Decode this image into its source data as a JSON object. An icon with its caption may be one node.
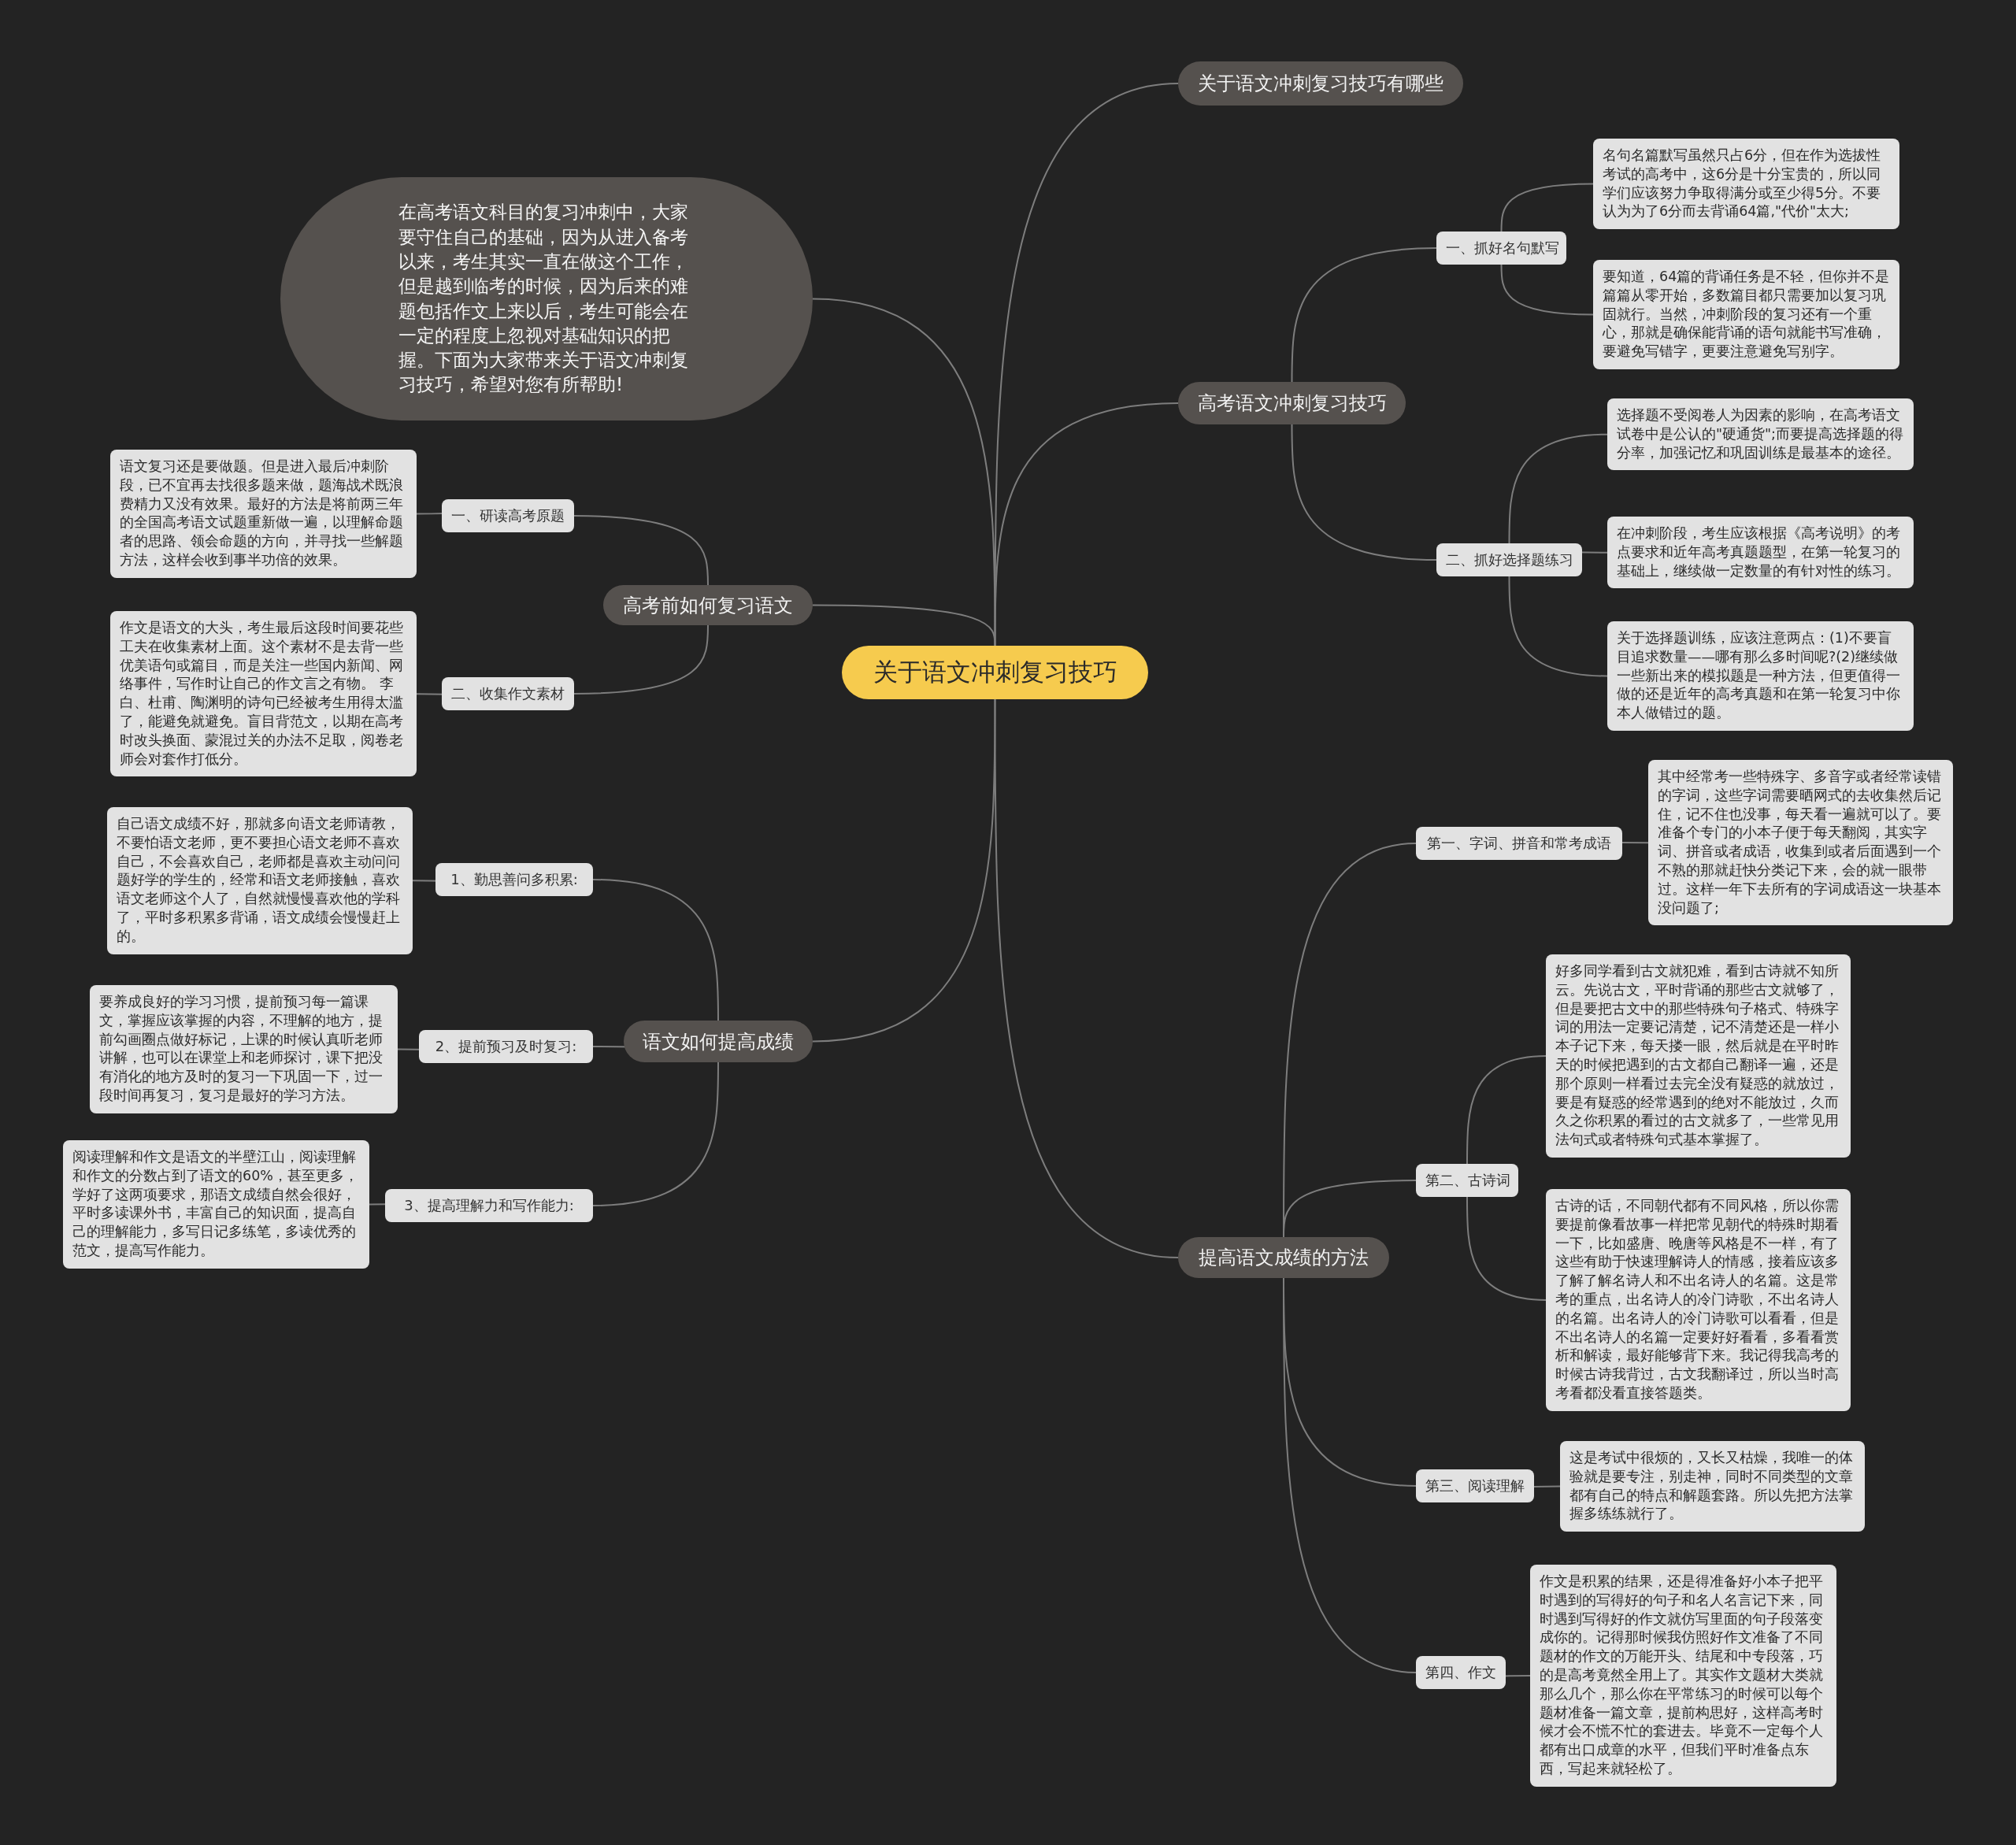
{
  "diagram": {
    "nodes": [
      {
        "text": [
          "关于语文冲刺复习技巧"
        ]
      },
      {
        "text": [
          "关于语文冲刺复习技巧有哪些"
        ]
      },
      {
        "text": [
          "高考语文冲刺复习技巧"
        ]
      },
      {
        "text": [
          "一、抓好名句默写"
        ]
      },
      {
        "text": [
          "名句名篇默写虽然只占6分，但在作为选拔性考试的高考中，这6分是十分宝贵的，所以同学们应该努力争取得满分或至少得5分。不要认为为了6分而去背诵64篇,\"代价\"太大;"
        ]
      },
      {
        "text": [
          "要知道，64篇的背诵任务是不轻，但你并不是篇篇从零开始，多数篇目都只需要加以复习巩固就行。当然，冲刺阶段的复习还有一个重心，那就是确保能背诵的语句就能书写准确，要避免写错字，更要注意避免写别字。"
        ]
      },
      {
        "text": [
          "二、抓好选择题练习"
        ]
      },
      {
        "text": [
          "选择题不受阅卷人为因素的影响，在高考语文试卷中是公认的\"硬通货\";而要提高选择题的得分率，加强记忆和巩固训练是最基本的途径。"
        ]
      },
      {
        "text": [
          "在冲刺阶段，考生应该根据《高考说明》的考点要求和近年高考真题题型，在第一轮复习的基础上，继续做一定数量的有针对性的练习。"
        ]
      },
      {
        "text": [
          "关于选择题训练，应该注意两点：(1)不要盲目追求数量——哪有那么多时间呢?(2)继续做一些新出来的模拟题是一种方法，但更值得一做的还是近年的高考真题和在第一轮复习中你本人做错过的题。"
        ]
      },
      {
        "text": [
          "提高语文成绩的方法"
        ]
      },
      {
        "text": [
          "第一、字词、拼音和常考成语"
        ]
      },
      {
        "text": [
          "其中经常考一些特殊字、多音字或者经常读错的字词，这些字词需要晒网式的去收集然后记住，记不住也没事，每天看一遍就可以了。要准备个专门的小本子便于每天翻阅，其实字词、拼音或者成语，收集到或者后面遇到一个不熟的那就赶快分类记下来，会的就一眼带过。这样一年下去所有的字词成语这一块基本没问题了;"
        ]
      },
      {
        "text": [
          "第二、古诗词"
        ]
      },
      {
        "text": [
          "好多同学看到古文就犯难，看到古诗就不知所云。先说古文，平时背诵的那些古文就够了，但是要把古文中的那些特殊句子格式、特殊字词的用法一定要记清楚，记不清楚还是一样小本子记下来，每天搂一眼，然后就是在平时昨天的时候把遇到的古文都自己翻译一遍，还是那个原则一样看过去完全没有疑惑的就放过，要是有疑惑的经常遇到的绝对不能放过，久而久之你积累的看过的古文就多了，一些常见用法句式或者特殊句式基本掌握了。"
        ]
      },
      {
        "text": [
          "古诗的话，不同朝代都有不同风格，所以你需要提前像看故事一样把常见朝代的特殊时期看一下，比如盛唐、晚唐等风格是不一样，有了这些有助于快速理解诗人的情感，接着应该多了解了解名诗人和不出名诗人的名篇。这是常考的重点，出名诗人的冷门诗歌，不出名诗人的名篇。出名诗人的冷门诗歌可以看看，但是不出名诗人的名篇一定要好好看看，多看看赏析和解读，最好能够背下来。我记得我高考的时候古诗我背过，古文我翻译过，所以当时高考看都没看直接答题类。"
        ]
      },
      {
        "text": [
          "第三、阅读理解"
        ]
      },
      {
        "text": [
          "这是考试中很烦的，又长又枯燥，我唯一的体验就是要专注，别走神，同时不同类型的文章都有自己的特点和解题套路。所以先把方法掌握多练练就行了。"
        ]
      },
      {
        "text": [
          "第四、作文"
        ]
      },
      {
        "text": [
          "作文是积累的结果，还是得准备好小本子把平时遇到的写得好的句子和名人名言记下来，同时遇到写得好的作文就仿写里面的句子段落变成你的。记得那时候我仿照好作文准备了不同题材的作文的万能开头、结尾和中专段落，巧的是高考竟然全用上了。其实作文题材大类就那么几个，那么你在平常练习的时候可以每个题材准备一篇文章，提前构思好，这样高考时候才会不慌不忙的套进去。毕竟不一定每个人都有出口成章的水平，但我们平时准备点东西，写起来就轻松了。"
        ]
      },
      {
        "text": [
          "在高考语文科目的复习冲刺中，大家要守住自己的基础，因为从进入备考以来，考生其实一直在做这个工作，但是越到临考的时候，因为后来的难题包括作文上来以后，考生可能会在一定的程度上忽视对基础知识的把握。下面为大家带来关于语文冲刺复习技巧，希望对您有所帮助!"
        ]
      },
      {
        "text": [
          "高考前如何复习语文"
        ]
      },
      {
        "text": [
          "一、研读高考原题"
        ]
      },
      {
        "text": [
          "语文复习还是要做题。但是进入最后冲刺阶段，已不宜再去找很多题来做，题海战术既浪费精力又没有效果。最好的方法是将前两三年的全国高考语文试题重新做一遍，以理解命题者的思路、领会命题的方向，并寻找一些解题方法，这样会收到事半功倍的效果。"
        ]
      },
      {
        "text": [
          "二、收集作文素材"
        ]
      },
      {
        "text": [
          "作文是语文的大头，考生最后这段时间要花些工夫在收集素材上面。这个素材不是去背一些优美语句或篇目，而是关注一些国内新闻、网络事件，写作时让自己的作文言之有物。 李白、杜甫、陶渊明的诗句已经被考生用得太滥了，能避免就避免。盲目背范文，以期在高考时改头换面、蒙混过关的办法不足取，阅卷老师会对套作打低分。"
        ]
      },
      {
        "text": [
          "语文如何提高成绩"
        ]
      },
      {
        "text": [
          "1、勤思善问多积累:"
        ]
      },
      {
        "text": [
          "自己语文成绩不好，那就多向语文老师请教，不要怕语文老师，更不要担心语文老师不喜欢自己，不会喜欢自己，老师都是喜欢主动问问题好学的学生的，经常和语文老师接触，喜欢语文老师这个人了，自然就慢慢喜欢他的学科了，平时多积累多背诵，语文成绩会慢慢赶上的。"
        ]
      },
      {
        "text": [
          "2、提前预习及时复习:"
        ]
      },
      {
        "text": [
          "要养成良好的学习习惯，提前预习每一篇课文，掌握应该掌握的内容，不理解的地方，提前勾画圈点做好标记，上课的时候认真听老师讲解，也可以在课堂上和老师探讨，课下把没有消化的地方及时的复习一下巩固一下，过一段时间再复习，复习是最好的学习方法。"
        ]
      },
      {
        "text": [
          "3、提高理解力和写作能力:"
        ]
      },
      {
        "text": [
          "阅读理解和作文是语文的半壁江山，阅读理解和作文的分数占到了语文的60%，甚至更多，学好了这两项要求，那语文成绩自然会很好，平时多读课外书，丰富自己的知识面，提高自己的理解能力，多写日记多练笔，多读优秀的范文，提高写作能力。"
        ]
      }
    ],
    "edges": [
      {
        "from": 0,
        "to": 1,
        "arrow": "none"
      },
      {
        "from": 0,
        "to": 2,
        "arrow": "none"
      },
      {
        "from": 2,
        "to": 3,
        "arrow": "none"
      },
      {
        "from": 3,
        "to": 4,
        "arrow": "none"
      },
      {
        "from": 3,
        "to": 5,
        "arrow": "none"
      },
      {
        "from": 2,
        "to": 6,
        "arrow": "none"
      },
      {
        "from": 6,
        "to": 7,
        "arrow": "none"
      },
      {
        "from": 6,
        "to": 8,
        "arrow": "none"
      },
      {
        "from": 6,
        "to": 9,
        "arrow": "none"
      },
      {
        "from": 0,
        "to": 10,
        "arrow": "none"
      },
      {
        "from": 10,
        "to": 11,
        "arrow": "none"
      },
      {
        "from": 11,
        "to": 12,
        "arrow": "none"
      },
      {
        "from": 10,
        "to": 13,
        "arrow": "none"
      },
      {
        "from": 13,
        "to": 14,
        "arrow": "none"
      },
      {
        "from": 13,
        "to": 15,
        "arrow": "none"
      },
      {
        "from": 10,
        "to": 16,
        "arrow": "none"
      },
      {
        "from": 16,
        "to": 17,
        "arrow": "none"
      },
      {
        "from": 10,
        "to": 18,
        "arrow": "none"
      },
      {
        "from": 18,
        "to": 19,
        "arrow": "none"
      },
      {
        "from": 0,
        "to": 20,
        "arrow": "none"
      },
      {
        "from": 0,
        "to": 21,
        "arrow": "none"
      },
      {
        "from": 21,
        "to": 22,
        "arrow": "none"
      },
      {
        "from": 22,
        "to": 23,
        "arrow": "none"
      },
      {
        "from": 21,
        "to": 24,
        "arrow": "none"
      },
      {
        "from": 24,
        "to": 25,
        "arrow": "none"
      },
      {
        "from": 0,
        "to": 26,
        "arrow": "none"
      },
      {
        "from": 26,
        "to": 27,
        "arrow": "none"
      },
      {
        "from": 27,
        "to": 28,
        "arrow": "none"
      },
      {
        "from": 26,
        "to": 29,
        "arrow": "none"
      },
      {
        "from": 29,
        "to": 30,
        "arrow": "none"
      },
      {
        "from": 26,
        "to": 31,
        "arrow": "none"
      },
      {
        "from": 31,
        "to": 32,
        "arrow": "none"
      }
    ]
  }
}
